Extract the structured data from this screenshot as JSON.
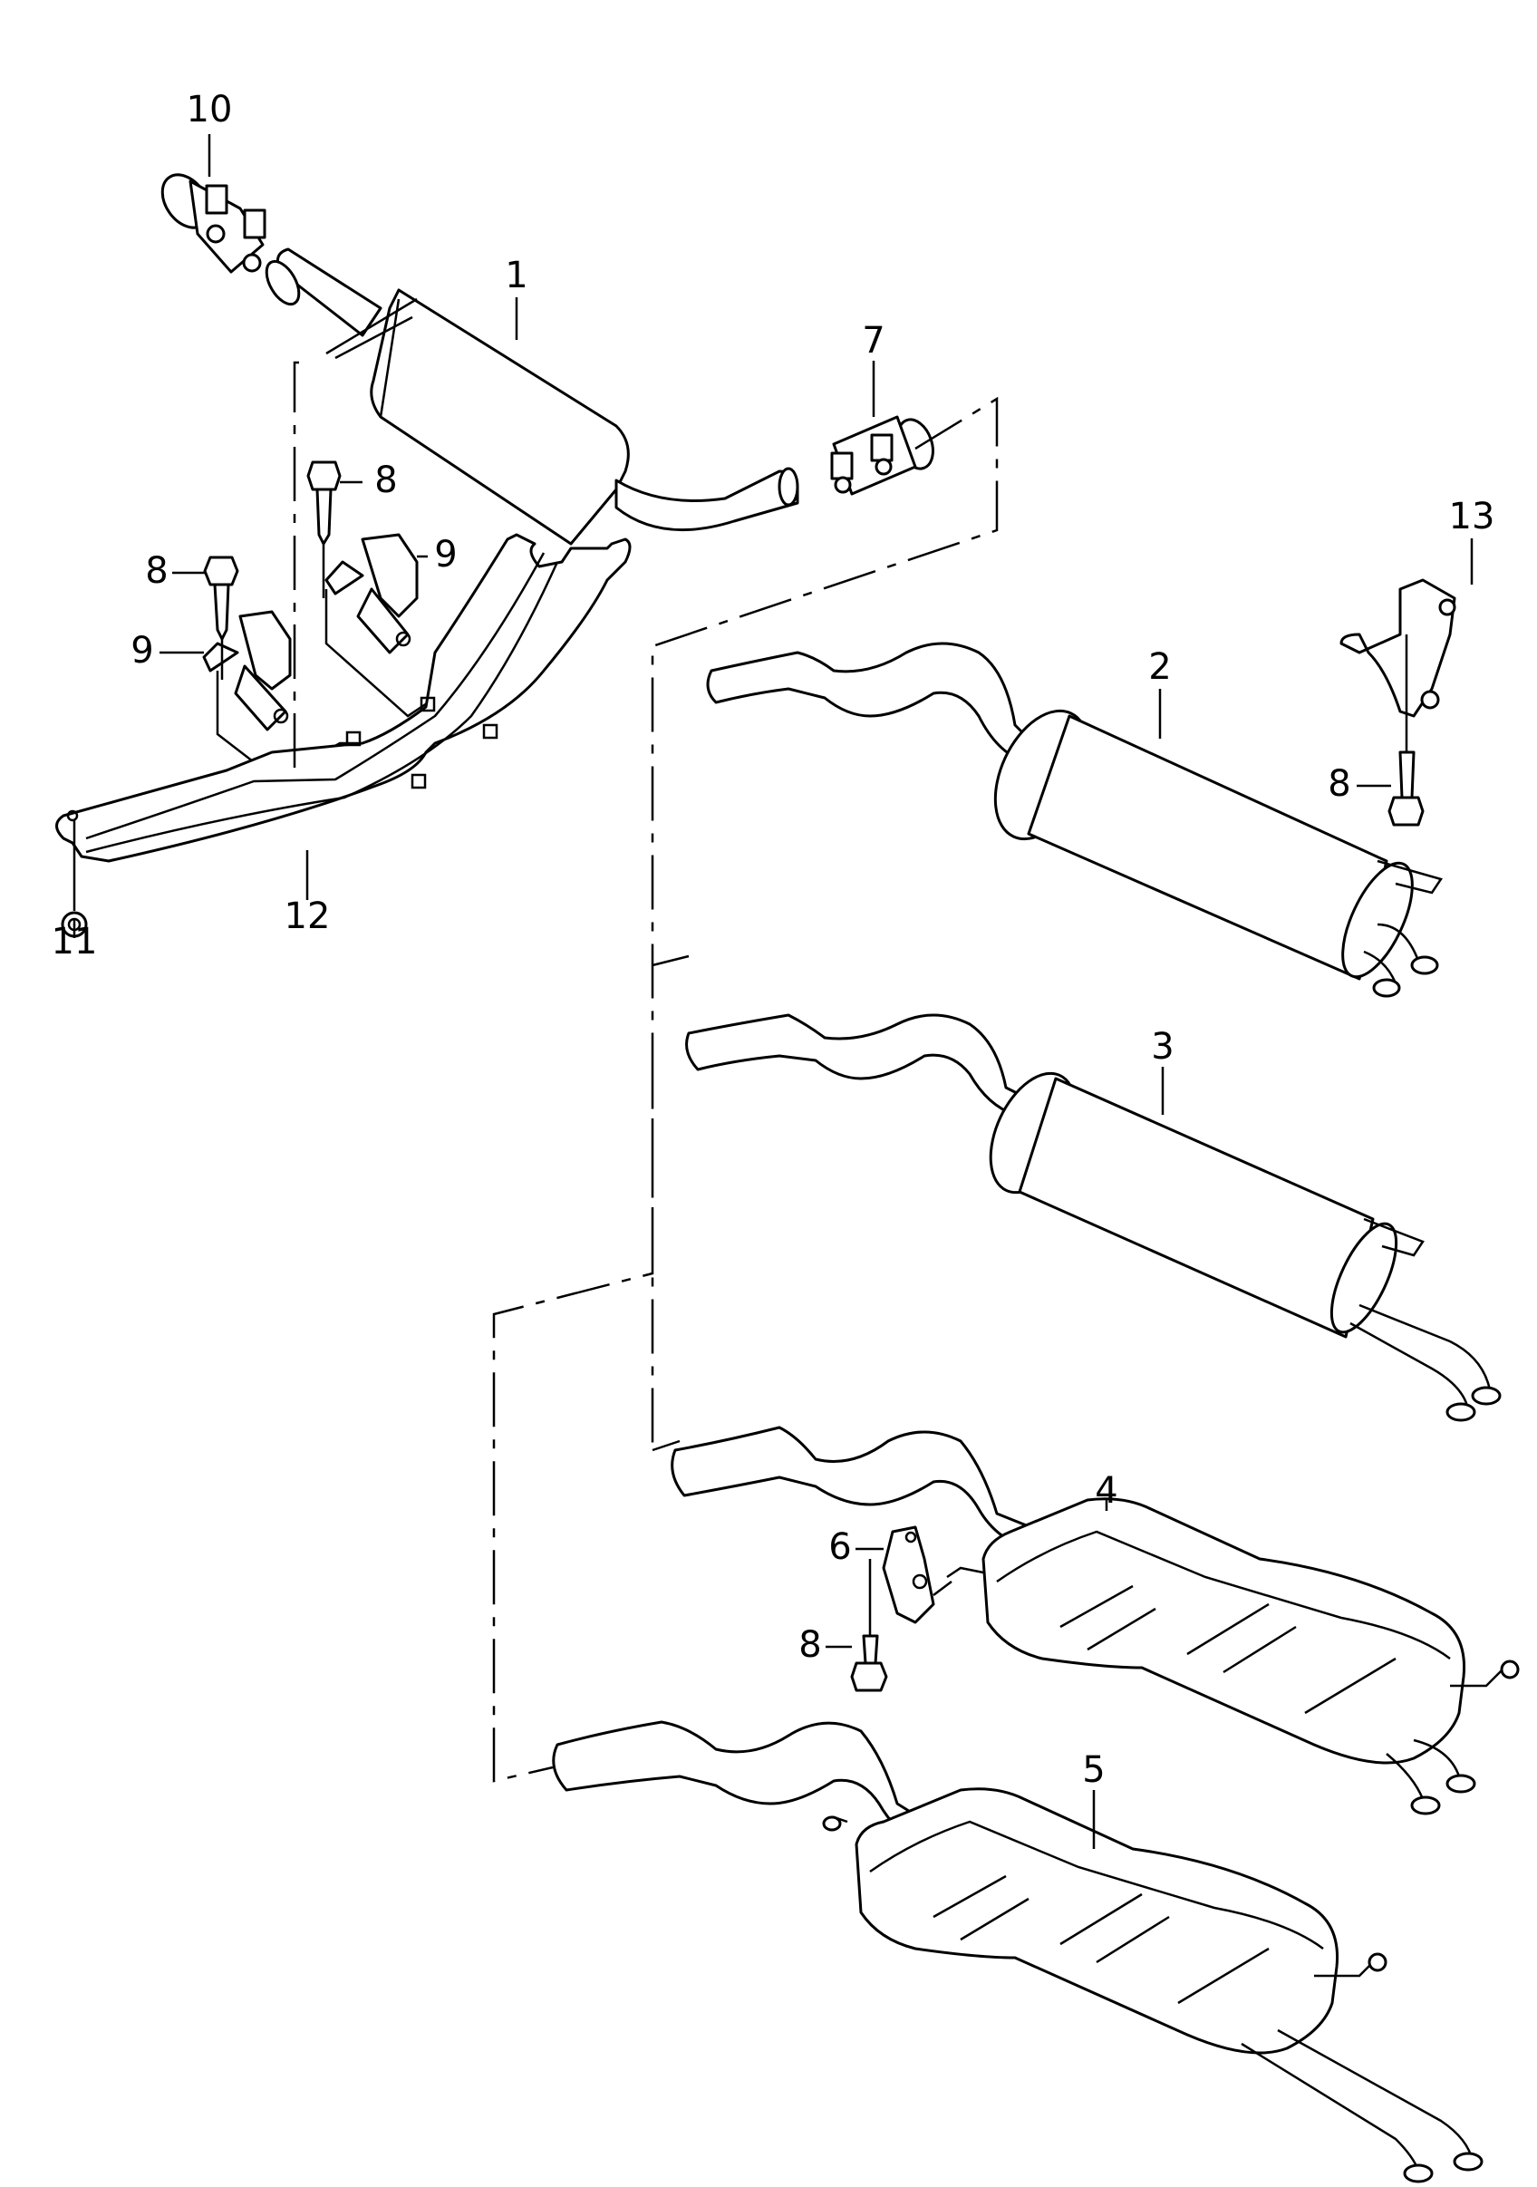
{
  "diagram": {
    "type": "exploded parts diagram",
    "subject": "exhaust system - front silencer, rear silencers, clamps, brackets, heat shield",
    "callouts": [
      {
        "id": "c10",
        "label": "10",
        "part": "clamp (front)"
      },
      {
        "id": "c1",
        "label": "1",
        "part": "front silencer"
      },
      {
        "id": "c7",
        "label": "7",
        "part": "clamp (middle)"
      },
      {
        "id": "c8a",
        "label": "8",
        "part": "bolt"
      },
      {
        "id": "c8b",
        "label": "8",
        "part": "bolt"
      },
      {
        "id": "c9a",
        "label": "9",
        "part": "bracket"
      },
      {
        "id": "c9b",
        "label": "9",
        "part": "bracket"
      },
      {
        "id": "c13",
        "label": "13",
        "part": "bracket (rear)"
      },
      {
        "id": "c2",
        "label": "2",
        "part": "rear silencer variant"
      },
      {
        "id": "c8c",
        "label": "8",
        "part": "bolt"
      },
      {
        "id": "c11",
        "label": "11",
        "part": "nut"
      },
      {
        "id": "c12",
        "label": "12",
        "part": "heat shield"
      },
      {
        "id": "c3",
        "label": "3",
        "part": "rear silencer variant"
      },
      {
        "id": "c4",
        "label": "4",
        "part": "rear silencer variant"
      },
      {
        "id": "c6",
        "label": "6",
        "part": "bracket"
      },
      {
        "id": "c8d",
        "label": "8",
        "part": "bolt"
      },
      {
        "id": "c5",
        "label": "5",
        "part": "rear silencer variant"
      }
    ]
  }
}
